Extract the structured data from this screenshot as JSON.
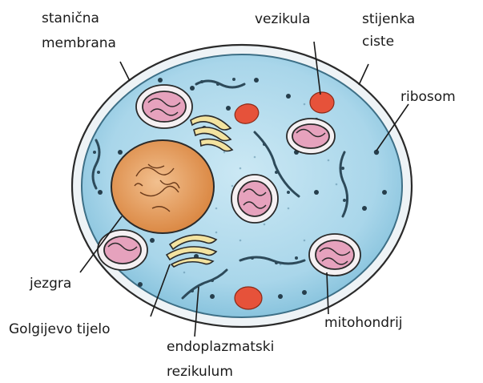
{
  "labels": {
    "stanicna_membrana": [
      "stanična",
      "membrana"
    ],
    "vezikula": "vezikula",
    "stijenka_ciste": [
      "stijenka",
      "ciste"
    ],
    "ribosom": "ribosom",
    "jezgra": "jezgra",
    "golgijevo_tijelo": "Golgijevo tijelo",
    "endoplazmatski_retikulum": [
      "endoplazmatski",
      "rezikulum"
    ],
    "mitohondrij": "mitohondrij"
  },
  "colors": {
    "cytoplasm": "#a9d6ea",
    "cytoplasm_edge": "#6fb3d2",
    "wall": "#dfe8ee",
    "nucleus": "#e8a15e",
    "mitochondria": "#e6a2bd",
    "vesicle": "#e6523a",
    "golgi": "#f3e3a0",
    "er": "#2d4a5a"
  }
}
